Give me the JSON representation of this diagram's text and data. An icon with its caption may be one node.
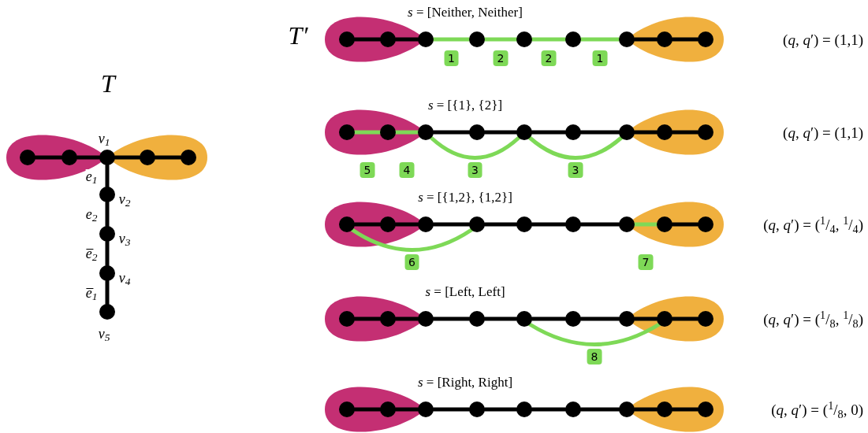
{
  "diagram": {
    "nodes": [
      {
        "text": [],
        "shape": "circle"
      },
      {
        "text": [],
        "shape": "circle"
      },
      {
        "text": [],
        "shape": "circle",
        "beside": [
          "v$_{1}$"
        ]
      },
      {
        "text": [],
        "shape": "circle"
      },
      {
        "text": [],
        "shape": "circle"
      },
      {
        "text": [],
        "shape": "circle",
        "beside": [
          "v$_{2}$"
        ]
      },
      {
        "text": [],
        "shape": "circle",
        "beside": [
          "v$_{3}$"
        ]
      },
      {
        "text": [],
        "shape": "circle",
        "beside": [
          "v$_{4}$"
        ]
      },
      {
        "text": [],
        "shape": "circle",
        "beside": [
          "v$_{5}$"
        ]
      },
      {
        "text": [],
        "shape": "circle"
      },
      {
        "text": [],
        "shape": "circle"
      },
      {
        "text": [],
        "shape": "circle"
      },
      {
        "text": [],
        "shape": "circle"
      },
      {
        "text": [],
        "shape": "circle"
      },
      {
        "text": [],
        "shape": "circle"
      },
      {
        "text": [],
        "shape": "circle"
      },
      {
        "text": [],
        "shape": "circle"
      },
      {
        "text": [],
        "shape": "circle"
      },
      {
        "text": [],
        "shape": "circle"
      },
      {
        "text": [],
        "shape": "circle"
      },
      {
        "text": [],
        "shape": "circle"
      },
      {
        "text": [],
        "shape": "circle"
      },
      {
        "text": [],
        "shape": "circle"
      },
      {
        "text": [],
        "shape": "circle"
      },
      {
        "text": [],
        "shape": "circle"
      },
      {
        "text": [],
        "shape": "circle"
      },
      {
        "text": [],
        "shape": "circle"
      },
      {
        "text": [],
        "shape": "circle"
      },
      {
        "text": [],
        "shape": "circle"
      },
      {
        "text": [],
        "shape": "circle"
      },
      {
        "text": [],
        "shape": "circle"
      },
      {
        "text": [],
        "shape": "circle"
      },
      {
        "text": [],
        "shape": "circle"
      },
      {
        "text": [],
        "shape": "circle"
      },
      {
        "text": [],
        "shape": "circle"
      },
      {
        "text": [],
        "shape": "circle"
      },
      {
        "text": [],
        "shape": "circle"
      },
      {
        "text": [],
        "shape": "circle"
      },
      {
        "text": [],
        "shape": "circle"
      },
      {
        "text": [],
        "shape": "circle"
      },
      {
        "text": [],
        "shape": "circle"
      },
      {
        "text": [],
        "shape": "circle"
      },
      {
        "text": [],
        "shape": "circle"
      },
      {
        "text": [],
        "shape": "circle"
      },
      {
        "text": [],
        "shape": "circle"
      },
      {
        "text": [],
        "shape": "circle"
      },
      {
        "text": [],
        "shape": "circle"
      },
      {
        "text": [],
        "shape": "circle"
      },
      {
        "text": [],
        "shape": "circle"
      },
      {
        "text": [],
        "shape": "circle"
      },
      {
        "text": [],
        "shape": "circle"
      },
      {
        "text": [],
        "shape": "circle"
      },
      {
        "text": [],
        "shape": "circle"
      },
      {
        "text": [],
        "shape": "circle"
      }
    ],
    "edges": [
      {
        "from": 0,
        "to": 1,
        "arrow": "none"
      },
      {
        "from": 1,
        "to": 2,
        "arrow": "none"
      },
      {
        "from": 2,
        "to": 3,
        "arrow": "none"
      },
      {
        "from": 3,
        "to": 4,
        "arrow": "none"
      },
      {
        "from": 2,
        "to": 5,
        "arrow": "none",
        "label": "e$_{1}$"
      },
      {
        "from": 5,
        "to": 6,
        "arrow": "none",
        "label": "e$_{2}$"
      },
      {
        "from": 6,
        "to": 7,
        "arrow": "none",
        "label": "e̅$_{2}$"
      },
      {
        "from": 7,
        "to": 8,
        "arrow": "none",
        "label": "e̅$_{1}$"
      },
      {
        "from": 9,
        "to": 10,
        "arrow": "none"
      },
      {
        "from": 10,
        "to": 11,
        "arrow": "none"
      },
      {
        "from": 11,
        "to": 12,
        "arrow": "none",
        "label": "1",
        "color": "#7ed957"
      },
      {
        "from": 12,
        "to": 13,
        "arrow": "none",
        "label": "2",
        "color": "#7ed957"
      },
      {
        "from": 13,
        "to": 14,
        "arrow": "none",
        "label": "2",
        "color": "#7ed957"
      },
      {
        "from": 14,
        "to": 15,
        "arrow": "none",
        "label": "1",
        "color": "#7ed957"
      },
      {
        "from": 15,
        "to": 16,
        "arrow": "none"
      },
      {
        "from": 16,
        "to": 17,
        "arrow": "none"
      },
      {
        "from": 18,
        "to": 19,
        "arrow": "none",
        "label": "5",
        "color": "#7ed957"
      },
      {
        "from": 19,
        "to": 20,
        "arrow": "none",
        "label": "4",
        "color": "#7ed957"
      },
      {
        "from": 20,
        "to": 21,
        "arrow": "none"
      },
      {
        "from": 21,
        "to": 22,
        "arrow": "none"
      },
      {
        "from": 22,
        "to": 23,
        "arrow": "none"
      },
      {
        "from": 23,
        "to": 24,
        "arrow": "none"
      },
      {
        "from": 24,
        "to": 25,
        "arrow": "none"
      },
      {
        "from": 25,
        "to": 26,
        "arrow": "none"
      },
      {
        "from": 20,
        "to": 22,
        "arrow": "none",
        "label": "3",
        "color": "#7ed957"
      },
      {
        "from": 22,
        "to": 24,
        "arrow": "none",
        "label": "3",
        "color": "#7ed957"
      },
      {
        "from": 27,
        "to": 28,
        "arrow": "none"
      },
      {
        "from": 28,
        "to": 29,
        "arrow": "none"
      },
      {
        "from": 29,
        "to": 30,
        "arrow": "none"
      },
      {
        "from": 30,
        "to": 31,
        "arrow": "none"
      },
      {
        "from": 31,
        "to": 32,
        "arrow": "none"
      },
      {
        "from": 32,
        "to": 33,
        "arrow": "none"
      },
      {
        "from": 33,
        "to": 34,
        "arrow": "none",
        "label": "7",
        "color": "#7ed957"
      },
      {
        "from": 34,
        "to": 35,
        "arrow": "none"
      },
      {
        "from": 27,
        "to": 30,
        "arrow": "none",
        "label": "6",
        "color": "#7ed957"
      },
      {
        "from": 36,
        "to": 37,
        "arrow": "none"
      },
      {
        "from": 37,
        "to": 38,
        "arrow": "none"
      },
      {
        "from": 38,
        "to": 39,
        "arrow": "none"
      },
      {
        "from": 39,
        "to": 40,
        "arrow": "none"
      },
      {
        "from": 40,
        "to": 41,
        "arrow": "none"
      },
      {
        "from": 41,
        "to": 42,
        "arrow": "none"
      },
      {
        "from": 42,
        "to": 43,
        "arrow": "none"
      },
      {
        "from": 43,
        "to": 44,
        "arrow": "none"
      },
      {
        "from": 40,
        "to": 43,
        "arrow": "none",
        "label": "8",
        "color": "#7ed957"
      },
      {
        "from": 45,
        "to": 46,
        "arrow": "none"
      },
      {
        "from": 46,
        "to": 47,
        "arrow": "none"
      },
      {
        "from": 47,
        "to": 48,
        "arrow": "none"
      },
      {
        "from": 48,
        "to": 49,
        "arrow": "none"
      },
      {
        "from": 49,
        "to": 50,
        "arrow": "none"
      },
      {
        "from": 50,
        "to": 51,
        "arrow": "none"
      },
      {
        "from": 51,
        "to": 52,
        "arrow": "none"
      },
      {
        "from": 52,
        "to": 53,
        "arrow": "none"
      }
    ],
    "labels": [
      "T",
      "T′",
      "*s* = [Neither, Neither]",
      "(*q*, *q*′) = (1,1)",
      "*s* = [{1}, {2}]",
      "(*q*, *q*′) = (1,1)",
      "*s* = [{1,2}, {1,2}]",
      "(*q*, *q*′) = ($^{1}$/$_{4}$, $^{1}$/$_{4}$)",
      "*s* = [Left, Left]",
      "(*q*, *q*′) = ($^{1}$/$_{8}$, $^{1}$/$_{8}$)",
      "*s* = [Right, Right]",
      "(*q*, *q*′) = ($^{1}$/$_{8}$, 0)"
    ]
  }
}
